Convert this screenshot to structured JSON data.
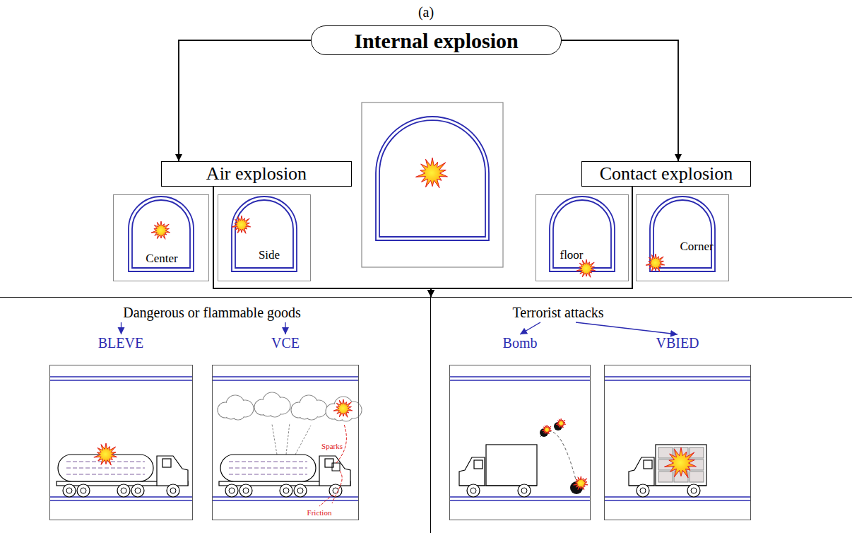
{
  "diagram": {
    "nodes": [
      {
        "text": [
          "Internal explosion"
        ]
      },
      {
        "text": [
          "Air explosion"
        ]
      },
      {
        "text": [
          "Contact explosion"
        ]
      },
      {
        "text": [
          "Center"
        ]
      },
      {
        "text": [
          "Side"
        ]
      },
      {
        "text": [
          "floor"
        ]
      },
      {
        "text": [
          "Corner"
        ]
      },
      {
        "text": [
          "Dangerous or flammable goods"
        ]
      },
      {
        "text": [
          "BLEVE"
        ],
        "in": 7
      },
      {
        "text": [
          "VCE",
          "Sparks",
          "Friction"
        ],
        "in": 7
      },
      {
        "text": [
          "Terrorist attacks"
        ]
      },
      {
        "text": [
          "Bomb"
        ],
        "in": 10
      },
      {
        "text": [
          "VBIED"
        ],
        "in": 10
      }
    ],
    "edges": [
      {
        "from": 0,
        "to": 1,
        "arrow": "to"
      },
      {
        "from": 0,
        "to": 2,
        "arrow": "to"
      },
      {
        "from": 1,
        "to": 7,
        "arrow": "to"
      },
      {
        "from": 1,
        "to": 10,
        "arrow": "to"
      },
      {
        "from": 2,
        "to": 7,
        "arrow": "to"
      },
      {
        "from": 2,
        "to": 10,
        "arrow": "to"
      },
      {
        "from": 7,
        "to": 8,
        "arrow": "to"
      },
      {
        "from": 7,
        "to": 9,
        "arrow": "to"
      },
      {
        "from": 10,
        "to": 11,
        "arrow": "to"
      },
      {
        "from": 10,
        "to": 12,
        "arrow": "to"
      }
    ],
    "labels": [
      "(a)"
    ]
  }
}
